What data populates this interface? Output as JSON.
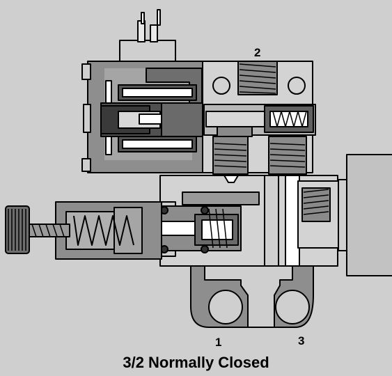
{
  "diagram": {
    "title": "3/2 Normally Closed",
    "ports": [
      {
        "id": "port-2",
        "label": "2"
      },
      {
        "id": "port-1",
        "label": "1"
      },
      {
        "id": "port-3",
        "label": "3"
      }
    ]
  },
  "colors": {
    "background": "#cfcfcf",
    "body_light": "#d3d3d3",
    "body_medium": "#9a9a9a",
    "body_dark": "#707070",
    "outline": "#000000"
  }
}
